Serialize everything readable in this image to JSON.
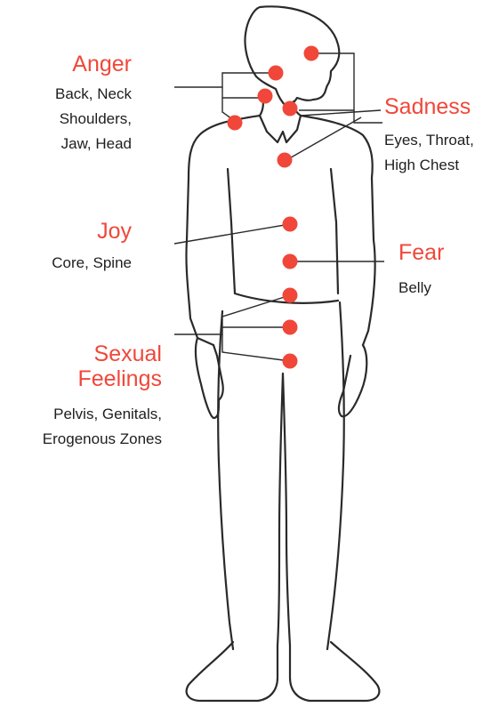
{
  "emotions": [
    {
      "id": "anger",
      "name": "Anger",
      "body_parts": [
        "Back, Neck",
        "Shoulders,",
        "Jaw, Head"
      ],
      "color": "#f0473a"
    },
    {
      "id": "sadness",
      "name": "Sadness",
      "body_parts": [
        "Eyes, Throat,",
        "High Chest"
      ],
      "color": "#f0473a"
    },
    {
      "id": "joy",
      "name": "Joy",
      "body_parts": [
        "Core, Spine"
      ],
      "color": "#f0473a"
    },
    {
      "id": "fear",
      "name": "Fear",
      "body_parts": [
        "Belly"
      ],
      "color": "#f0473a"
    },
    {
      "id": "sexual",
      "name": "Sexual Feelings",
      "name_lines": [
        "Sexual",
        "Feelings"
      ],
      "body_parts": [
        "Pelvis, Genitals,",
        "Erogenous Zones"
      ],
      "color": "#f0473a"
    }
  ],
  "colors": {
    "dot": "#f0473a",
    "outline": "#2a2a2a",
    "text": "#1e1e1e"
  }
}
